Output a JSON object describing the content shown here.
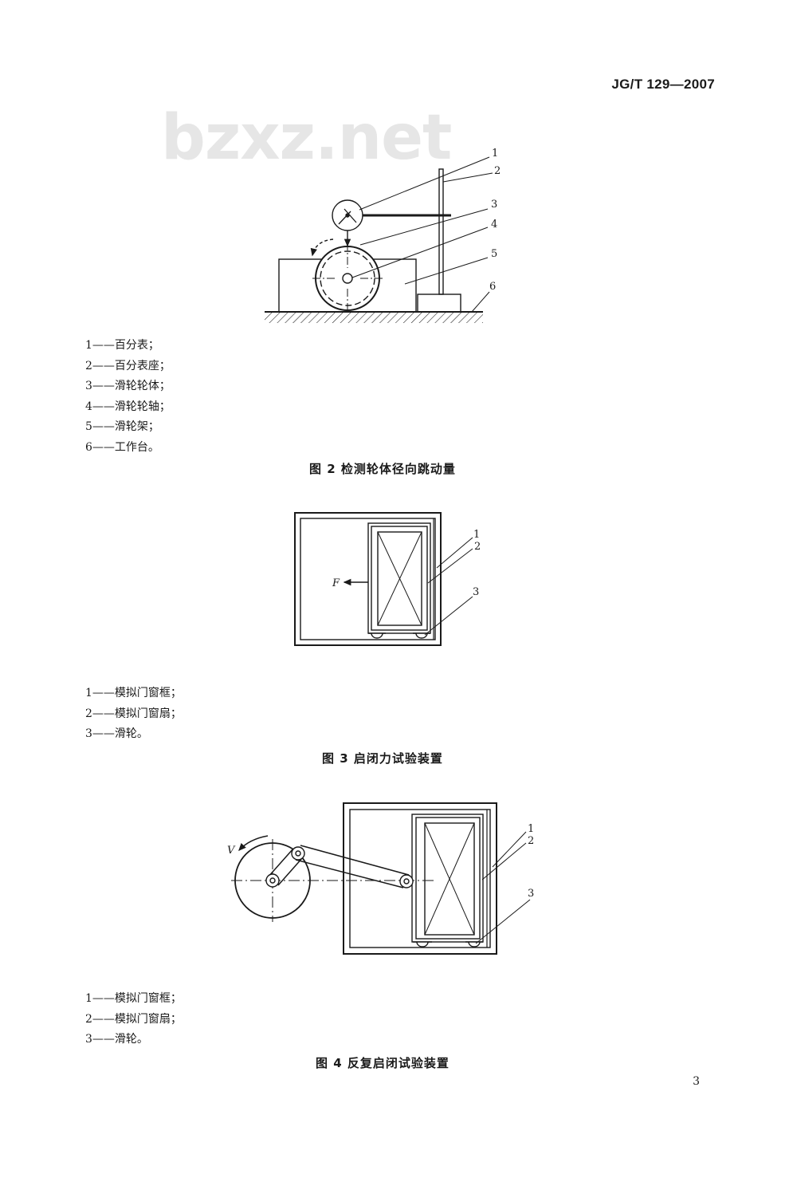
{
  "header": {
    "standard_code": "JG/T 129—2007"
  },
  "watermark": {
    "text": "bzxz.net"
  },
  "figure2": {
    "callouts": [
      "1",
      "2",
      "3",
      "4",
      "5",
      "6"
    ],
    "legend": [
      "1——百分表；",
      "2——百分表座；",
      "3——滑轮轮体；",
      "4——滑轮轮轴；",
      "5——滑轮架；",
      "6——工作台。"
    ],
    "caption": "图 2   检测轮体径向跳动量"
  },
  "figure3": {
    "force_label": "F",
    "callouts": [
      "1",
      "2",
      "3"
    ],
    "legend": [
      "1——模拟门窗框；",
      "2——模拟门窗扇；",
      "3——滑轮。"
    ],
    "caption": "图 3   启闭力试验装置"
  },
  "figure4": {
    "velocity_label": "V",
    "callouts": [
      "1",
      "2",
      "3"
    ],
    "legend": [
      "1——模拟门窗框；",
      "2——模拟门窗扇；",
      "3——滑轮。"
    ],
    "caption": "图 4   反复启闭试验装置"
  },
  "footer": {
    "page_number": "3"
  }
}
